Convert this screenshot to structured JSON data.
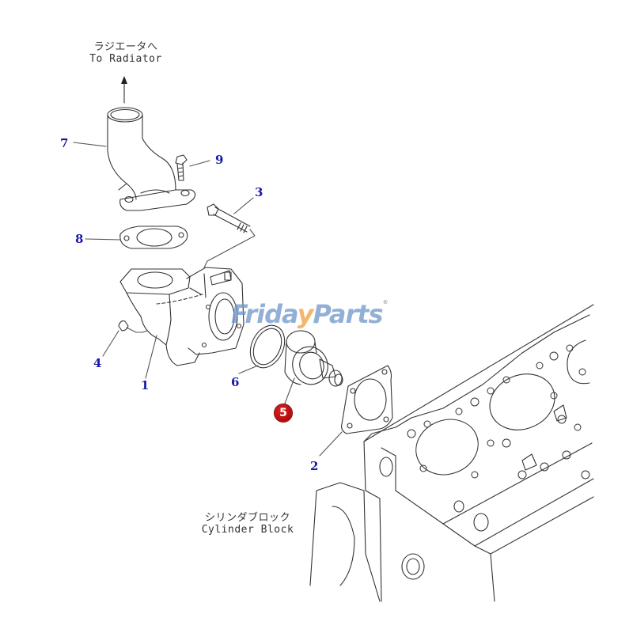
{
  "diagram": {
    "type": "exploded-parts-diagram",
    "subject": "Thermostat housing assembly to cylinder block",
    "captions": {
      "radiator_jp": "ラジエータへ",
      "radiator_en": "To Radiator",
      "block_jp": "シリンダブロック",
      "block_en": "Cylinder Block"
    },
    "callouts": [
      {
        "id": "1",
        "part": "Thermostat housing"
      },
      {
        "id": "2",
        "part": "Gasket (housing to block)"
      },
      {
        "id": "3",
        "part": "Bolt (long)"
      },
      {
        "id": "4",
        "part": "Plug"
      },
      {
        "id": "5",
        "part": "Thermostat",
        "highlighted": true
      },
      {
        "id": "6",
        "part": "Seal ring"
      },
      {
        "id": "7",
        "part": "Outlet elbow"
      },
      {
        "id": "8",
        "part": "Gasket (elbow)"
      },
      {
        "id": "9",
        "part": "Bolt"
      }
    ],
    "highlight_color": "#c01010",
    "callout_color": "#1a1aa6"
  },
  "watermark": {
    "text_a": "Frida",
    "text_y": "y",
    "text_b": "Parts",
    "registered": "®"
  }
}
